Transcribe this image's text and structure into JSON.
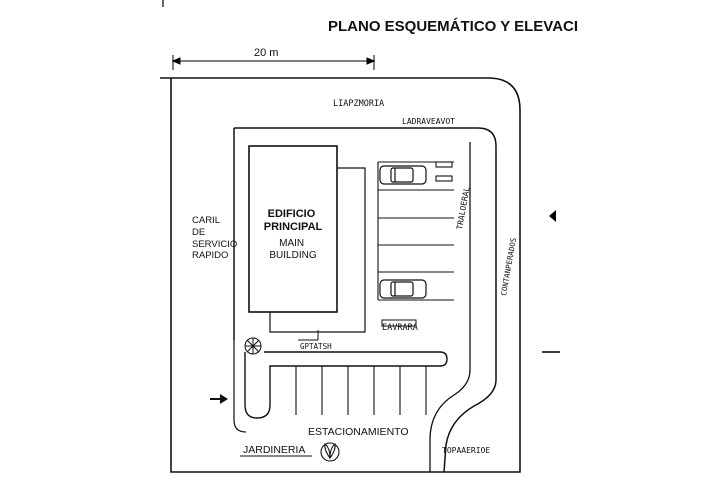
{
  "title": "PLANO ESQUEMÁTICO Y ELEVACI",
  "dimension": "20 m",
  "labels": {
    "lane": [
      "CARIL",
      "DE",
      "SERVICIO",
      "RAPIDO"
    ],
    "building_es": [
      "EDIFICIO",
      "PRINCIPAL"
    ],
    "building_en": [
      "MAIN",
      "BUILDING"
    ],
    "parking": "ESTACIONAMIENTO",
    "garden": "JARDINERIA"
  },
  "handwritten_notes": {
    "top": "LIAPZMORIA",
    "top_right": "LADRAVEAVOT",
    "right_vertical": "TRALOERAL",
    "far_right_vertical": "CONTANPERADOS",
    "parking_label": "EAVRARA",
    "path_label": "GPTATSH",
    "bottom_right": "TOPAAERIOE"
  },
  "icons": {
    "arrow": "entry-arrow-icon",
    "tree": "tree-icon",
    "plant": "plant-icon",
    "car": "car-icon"
  },
  "colors": {
    "ink": "#111111",
    "background": "#ffffff"
  }
}
